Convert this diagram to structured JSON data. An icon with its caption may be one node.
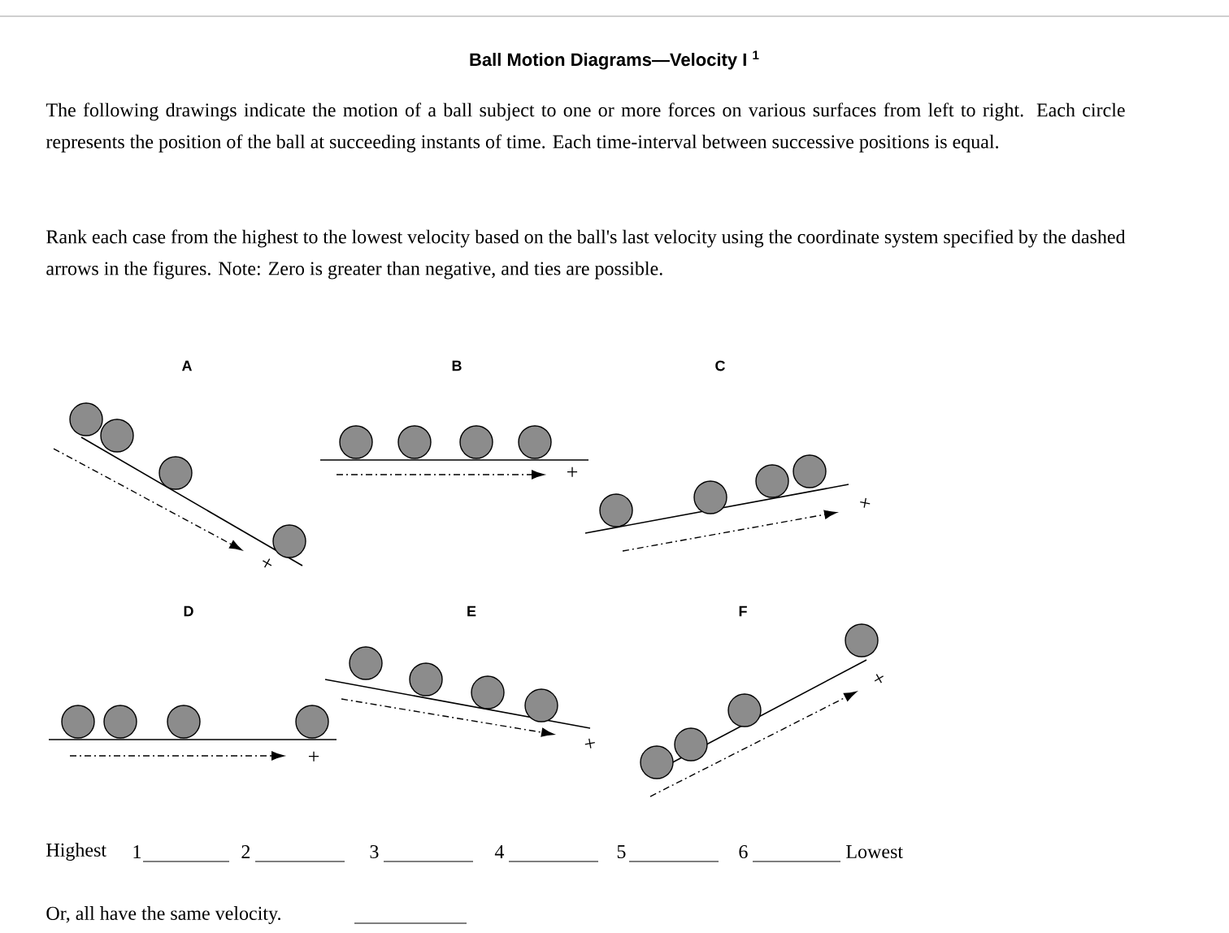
{
  "diagram": {
    "title": "Ball Motion Diagrams—Velocity I $^{1}$",
    "labels": [
      "The following drawings indicate the motion of a ball subject to one or more forces on various surfaces from left to right. Each circle represents the position of the ball at succeeding instants of time. Each time-interval between successive positions is equal.",
      "Rank each case from the highest to the lowest velocity based on the ball's last velocity using the coordinate system specified by the dashed arrows in the figures. Note: Zero is greater than negative, and ties are possible.",
      "A",
      "B",
      "C",
      "+",
      "+",
      "+",
      "D",
      "E",
      "F",
      "+",
      "+",
      "+",
      "Highest",
      "1",
      "2",
      "3",
      "4",
      "5",
      "6",
      "Lowest",
      "Or, all have the same velocity."
    ]
  }
}
